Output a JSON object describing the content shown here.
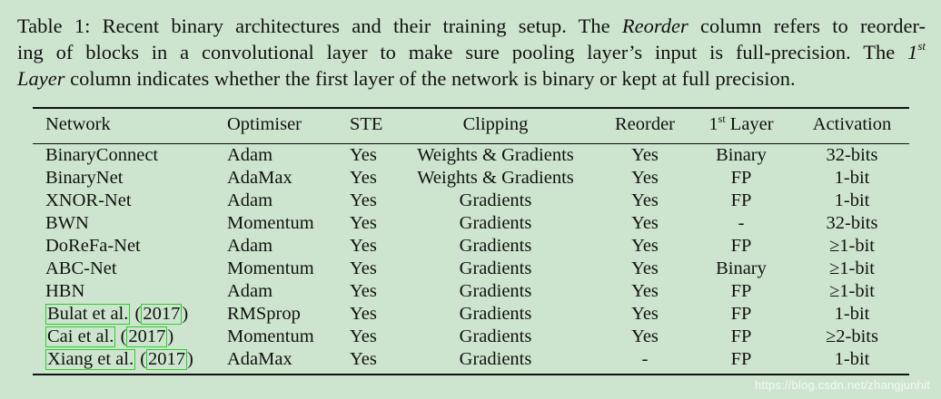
{
  "caption": {
    "line1": "Table 1: Recent binary architectures and their training setup. The ",
    "line1_italic": "Reorder",
    "line1_tail": " column refers to reorder-",
    "line2": "ing of blocks in a convolutional layer to make sure pooling layer’s input is full-precision.  The ",
    "line2_italic": "1",
    "line2_sup": "st",
    "line3_italic": "Layer",
    "line3": " column indicates whether the first layer of the network is binary or kept at full precision."
  },
  "table": {
    "headers": {
      "network": "Network",
      "optimiser": "Optimiser",
      "ste": "STE",
      "clipping": "Clipping",
      "reorder": "Reorder",
      "first_layer_num": "1",
      "first_layer_sup": "st",
      "first_layer_word": " Layer",
      "activation": "Activation"
    },
    "rows": [
      {
        "network": "BinaryConnect",
        "optimiser": "Adam",
        "ste": "Yes",
        "clipping": "Weights & Gradients",
        "reorder": "Yes",
        "first_layer": "Binary",
        "activation": "32-bits"
      },
      {
        "network": "BinaryNet",
        "optimiser": "AdaMax",
        "ste": "Yes",
        "clipping": "Weights & Gradients",
        "reorder": "Yes",
        "first_layer": "FP",
        "activation": "1-bit"
      },
      {
        "network": "XNOR-Net",
        "optimiser": "Adam",
        "ste": "Yes",
        "clipping": "Gradients",
        "reorder": "Yes",
        "first_layer": "FP",
        "activation": "1-bit"
      },
      {
        "network": "BWN",
        "optimiser": "Momentum",
        "ste": "Yes",
        "clipping": "Gradients",
        "reorder": "Yes",
        "first_layer": "-",
        "activation": "32-bits"
      },
      {
        "network": "DoReFa-Net",
        "optimiser": "Adam",
        "ste": "Yes",
        "clipping": "Gradients",
        "reorder": "Yes",
        "first_layer": "FP",
        "activation": "≥1-bit"
      },
      {
        "network": "ABC-Net",
        "optimiser": "Momentum",
        "ste": "Yes",
        "clipping": "Gradients",
        "reorder": "Yes",
        "first_layer": "Binary",
        "activation": "≥1-bit"
      },
      {
        "network": "HBN",
        "optimiser": "Adam",
        "ste": "Yes",
        "clipping": "Gradients",
        "reorder": "Yes",
        "first_layer": "FP",
        "activation": "≥1-bit"
      },
      {
        "network_author": "Bulat et al.",
        "network_year": "2017",
        "optimiser": "RMSprop",
        "ste": "Yes",
        "clipping": "Gradients",
        "reorder": "Yes",
        "first_layer": "FP",
        "activation": "1-bit"
      },
      {
        "network_author": "Cai et al.",
        "network_year": "2017",
        "optimiser": "Momentum",
        "ste": "Yes",
        "clipping": "Gradients",
        "reorder": "Yes",
        "first_layer": "FP",
        "activation": "≥2-bits"
      },
      {
        "network_author": "Xiang et al.",
        "network_year": "2017",
        "optimiser": "AdaMax",
        "ste": "Yes",
        "clipping": "Gradients",
        "reorder": "-",
        "first_layer": "FP",
        "activation": "1-bit"
      }
    ]
  },
  "watermark": "https://blog.csdn.net/zhangjunhit"
}
